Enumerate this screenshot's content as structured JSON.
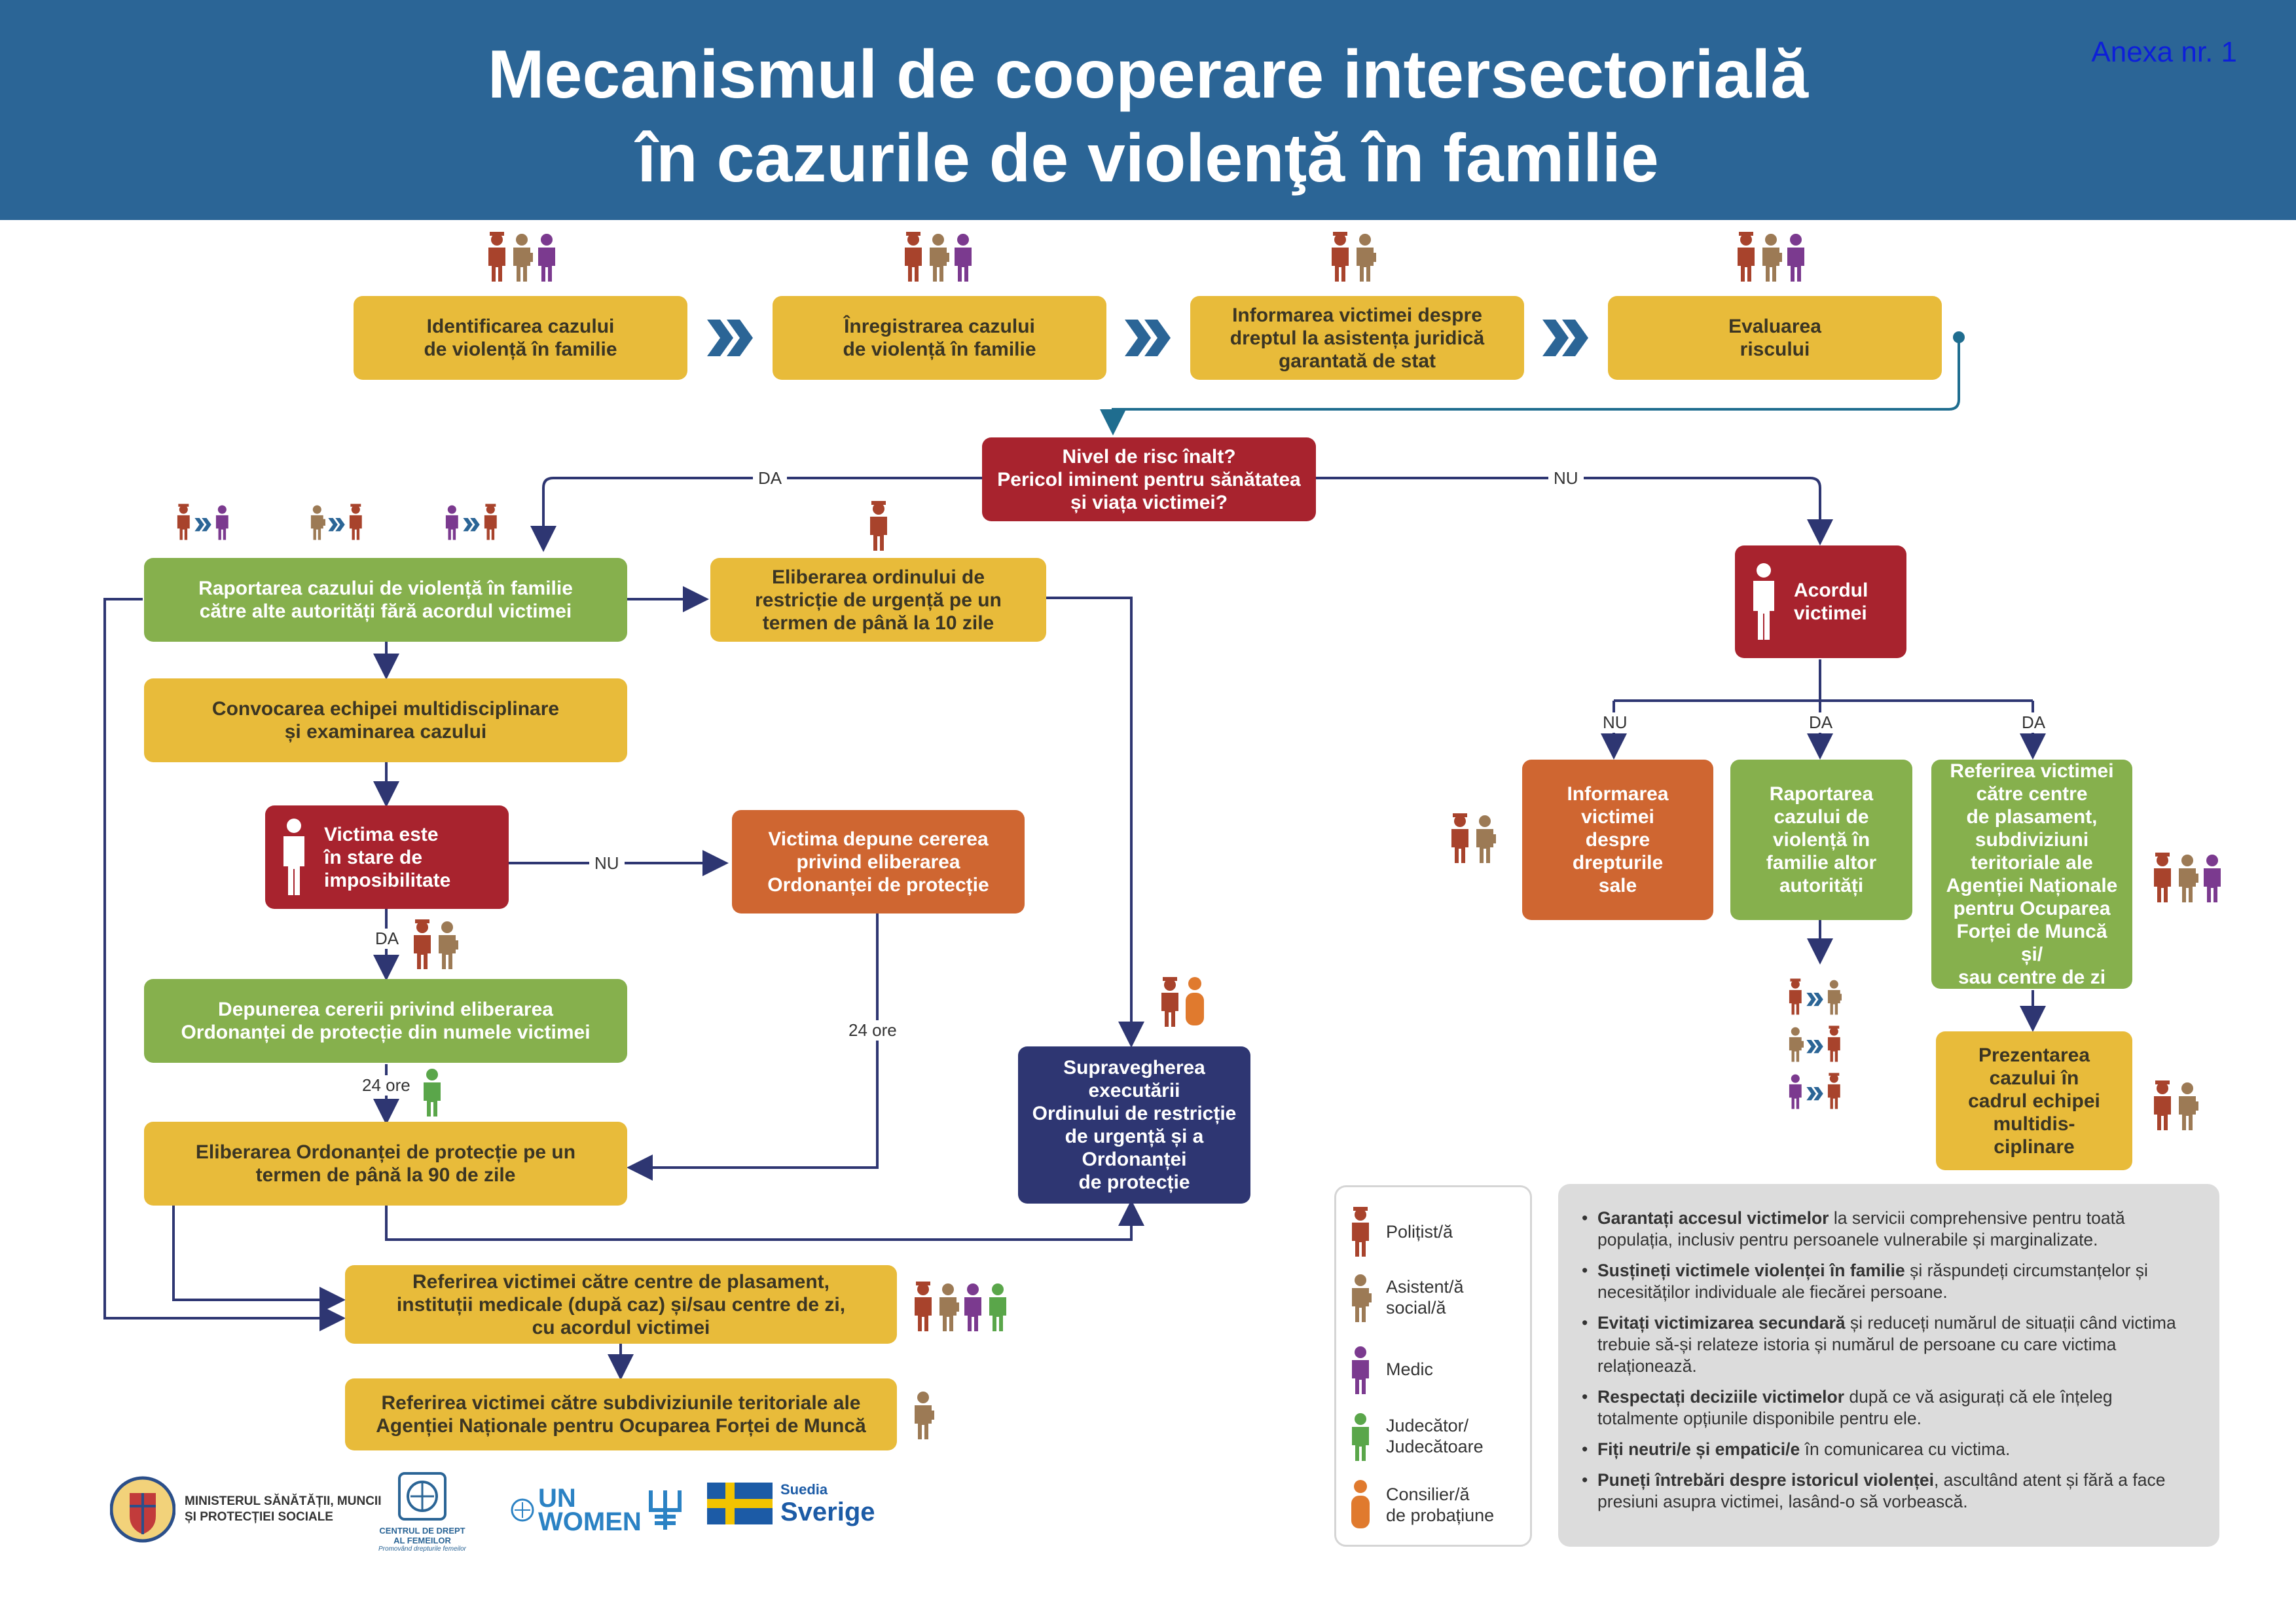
{
  "header": {
    "title_line1": "Mecanismul de cooperare intersectorială",
    "title_line2": "în cazurile de violenţă în familie",
    "annex": "Anexa nr. 1"
  },
  "colors": {
    "header": "#2b6596",
    "yellow": "#e8bb3a",
    "green": "#86b04d",
    "red": "#a8232e",
    "orange": "#cf6631",
    "navy": "#2e3672",
    "police": "#a8432c",
    "social": "#9c7a55",
    "medic": "#7b3a8f",
    "judge": "#5aa64a",
    "probation": "#e07a2e"
  },
  "steps": [
    {
      "id": "s1",
      "text": "Identificarea cazului\nde violență în familie"
    },
    {
      "id": "s2",
      "text": "Înregistrarea cazului\nde violență în familie"
    },
    {
      "id": "s3",
      "text": "Informarea victimei despre\ndreptul la asistența juridică\ngarantată de stat"
    },
    {
      "id": "s4",
      "text": "Evaluarea\nriscului"
    }
  ],
  "decision": {
    "text": "Nivel de risc înalt?\nPericol iminent pentru sănătatea\nși viața victimei?",
    "yes": "DA",
    "no": "NU"
  },
  "left": {
    "report": "Raportarea cazului de violență în familie\ncătre alte autorități fără acordul victimei",
    "emergency_order": "Eliberarea ordinului de\nrestricție de urgență pe un\ntermen de până la 10 zile",
    "mdt": "Convocarea echipei multidisciplinare\nși examinarea cazului",
    "victim_unable": "Victima este\nîn stare de\nimposibilitate",
    "victim_request": "Victima depune cererea\nprivind eliberarea\nOrdonanței de protecție",
    "file_request": "Depunerea cererii privind eliberarea\nOrdonanței de protecție din numele victimei",
    "issue_order": "Eliberarea Ordonanței de protecție pe un\ntermen de până la 90 de zile",
    "supervision": "Supravegherea\nexecutării\nOrdinului de restricție\nde urgență și a\nOrdonanței\nde protecție",
    "referral_centers": "Referirea victimei către centre de plasament,\ninstituții medicale (după caz) și/sau centre de zi,\ncu acordul victimei",
    "referral_agency": "Referirea victimei către subdiviziunile teritoriale ale\nAgenției Naționale pentru Ocuparea Forței de Muncă",
    "yes": "DA",
    "no": "NU",
    "hours1": "24 ore",
    "hours2": "24 ore"
  },
  "right": {
    "consent": "Acordul\nvictimei",
    "no": "NU",
    "yes1": "DA",
    "yes2": "DA",
    "inform": "Informarea\nvictimei\ndespre\ndrepturile\nsale",
    "report": "Raportarea\ncazului de\nviolență în\nfamilie altor\nautorități",
    "refer": "Referirea victimei\ncătre centre\nde plasament,\nsubdiviziuni\nteritoriale ale\nAgenției Naționale\npentru Ocuparea\nForței de Muncă și/\nsau centre de zi",
    "present": "Prezentarea\ncazului în\ncadrul echipei\nmultidis-\nciplinare"
  },
  "legend": [
    {
      "role": "police",
      "label": "Polițist/ă"
    },
    {
      "role": "social",
      "label": "Asistent/ă\nsocial/ă"
    },
    {
      "role": "medic",
      "label": "Medic"
    },
    {
      "role": "judge",
      "label": "Judecător/\nJudecătoare"
    },
    {
      "role": "probation",
      "label": "Consilier/ă\nde probațiune"
    }
  ],
  "tips": [
    {
      "bold": "Garantați accesul victimelor",
      "rest": " la servicii comprehensive pentru toată populația, inclusiv pentru persoanele vulnerabile și marginalizate."
    },
    {
      "bold": "Susțineți victimele violenței în familie",
      "rest": " și răspundeți circumstanțelor și necesităților individuale ale fiecărei persoane."
    },
    {
      "bold": "Evitați victimizarea secundară",
      "rest": "  și reduceți numărul de situații când victima trebuie să-și relateze istoria și numărul de persoane cu care victima relaționează."
    },
    {
      "bold": "Respectați deciziile victimelor",
      "rest": " după ce vă asigurați că ele înțeleg totalmente opțiunile disponibile pentru ele."
    },
    {
      "bold": "Fiți neutri/e și empatici/e",
      "rest": " în comunicarea cu victima."
    },
    {
      "bold": "Puneți întrebări despre istoricul violenței",
      "rest": ", ascultând atent și fără a face presiuni asupra victimei, lasând-o să vorbească."
    }
  ],
  "logos": {
    "ministry": "MINISTERUL SĂNĂTĂȚII, MUNCII\nȘI PROTECȚIEI SOCIALE",
    "cdf": "CENTRUL DE DREPT\nAL FEMEILOR",
    "cdf_sub": "Promovând drepturile femeilor",
    "unwomen": "UN\nWOMEN",
    "sweden1": "Suedia",
    "sweden2": "Sverige"
  }
}
